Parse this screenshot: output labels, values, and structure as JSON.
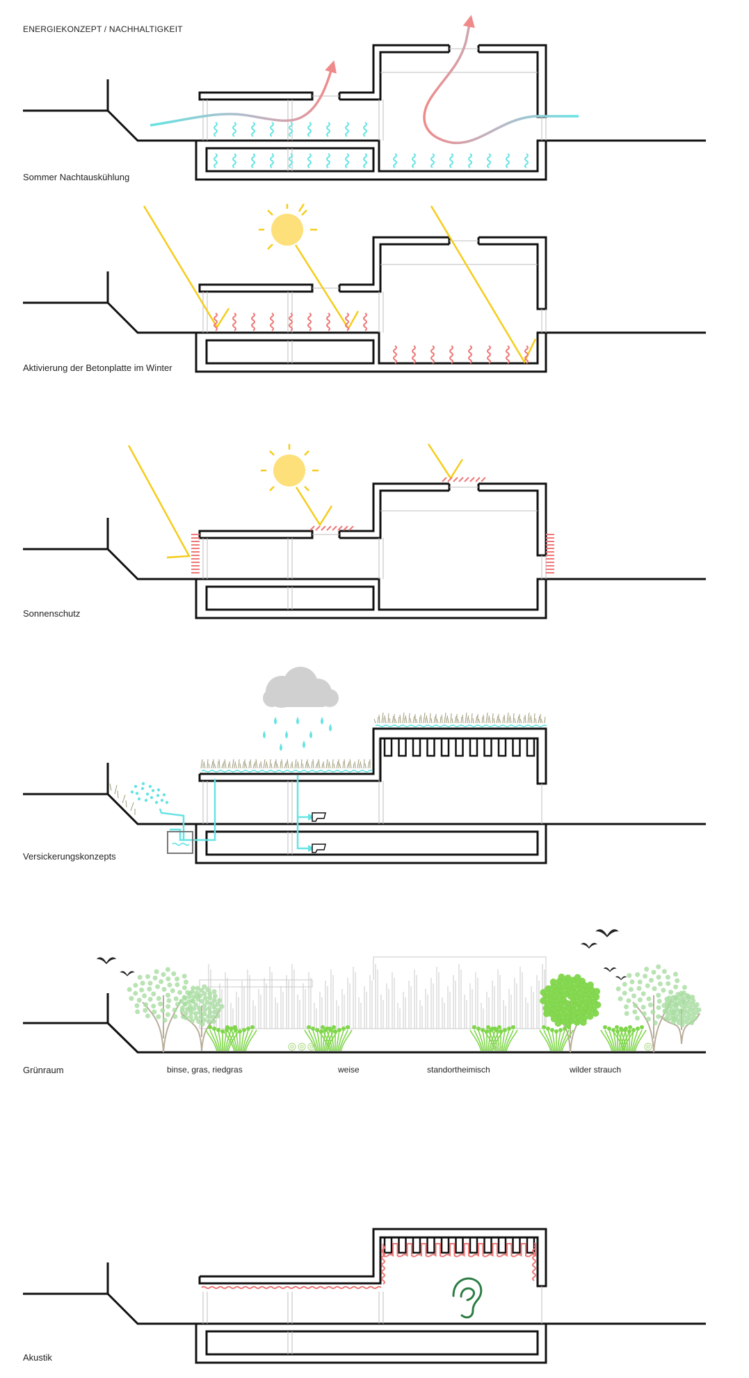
{
  "header": {
    "title": "ENERGIEKONZEPT / NACHHALTIGKEIT"
  },
  "sections": [
    {
      "id": "sommer",
      "label": "Sommer Nachtauskühlung"
    },
    {
      "id": "winter",
      "label": "Aktivierung der Betonplatte im Winter"
    },
    {
      "id": "sonnenschutz",
      "label": "Sonnenschutz"
    },
    {
      "id": "versickerung",
      "label": "Versickerungskonzepts"
    },
    {
      "id": "gruenraum",
      "label": "Grünraum",
      "plant_labels": [
        "binse, gras, riedgras",
        "weise",
        "standortheimisch",
        "wilder strauch"
      ]
    },
    {
      "id": "akustik",
      "label": "Akustik"
    }
  ],
  "colors": {
    "structure": "#111111",
    "thin_line": "#bdbdbd",
    "cool_air": "#66e3e3",
    "warm_air": "#f08a8a",
    "heat": "#ee7777",
    "sun": "#fde07a",
    "sun_ray": "#f5cc1a",
    "water": "#66e3e3",
    "rain_cloud": "#d0d0d0",
    "grass": "#9e9a78",
    "tree_light": "#a8dca0",
    "tree_bright": "#7fd64a",
    "branch": "#b8ad99",
    "ear": "#2e7d45"
  },
  "icons": [
    "sun-icon",
    "cloud-icon",
    "rain-drop-icon",
    "bird-icon",
    "ear-icon",
    "tree-icon",
    "shrub-icon"
  ]
}
